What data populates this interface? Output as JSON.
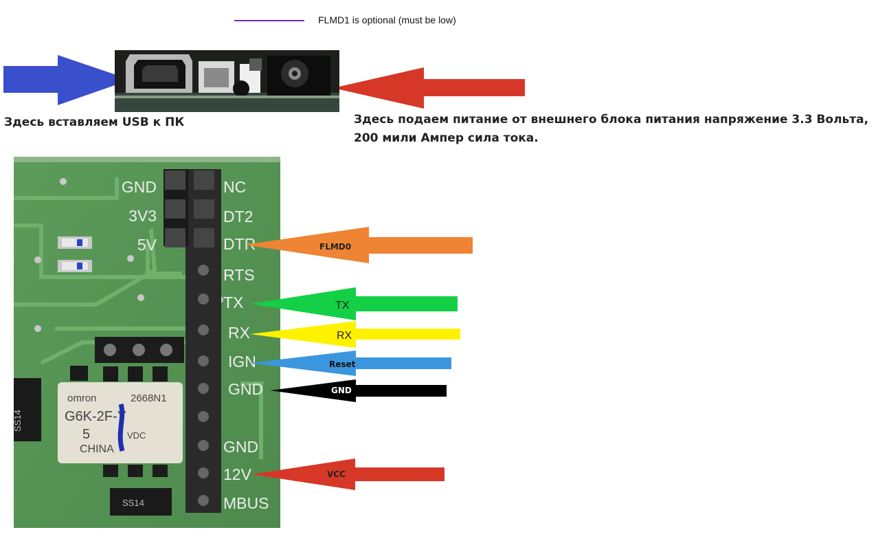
{
  "legend": {
    "text": "FLMD1 is optional (must be low)",
    "line_color": "#6a2fb0"
  },
  "captions": {
    "usb": "Здесь вставляем USB к ПК",
    "power": "Здесь подаем питание от внешнего блока питания напряжение 3.3 Вольта, 200 мили Ампер сила тока."
  },
  "board": {
    "left_labels": [
      "GND",
      "3V3",
      "5V"
    ],
    "right_labels": [
      "NC",
      "DT2",
      "DTR",
      "RTS",
      "TX",
      "RX",
      "IGN",
      "GND",
      "GND",
      "12V",
      "MBUS"
    ],
    "relay": {
      "brand": "omron",
      "code": "2668N1",
      "model": "G6K-2F-Y",
      "voltage": "5",
      "unit": "VDC",
      "origin": "CHINA"
    },
    "chip_label": "SS14"
  },
  "pin_arrows": [
    {
      "label": "FLMD0",
      "color": "#ee8434",
      "text_color": "#222222"
    },
    {
      "label": "TX",
      "color": "#13d046",
      "text_color": "#222222"
    },
    {
      "label": "RX",
      "color": "#fef200",
      "text_color": "#222222"
    },
    {
      "label": "Reset",
      "color": "#3c96dd",
      "text_color": "#111111"
    },
    {
      "label": "GND",
      "color": "#000000",
      "text_color": "#ffffff"
    },
    {
      "label": "VCC",
      "color": "#d73727",
      "text_color": "#222222"
    }
  ],
  "side_arrows": {
    "usb_color": "#3a4fcc",
    "power_color": "#d73727"
  }
}
